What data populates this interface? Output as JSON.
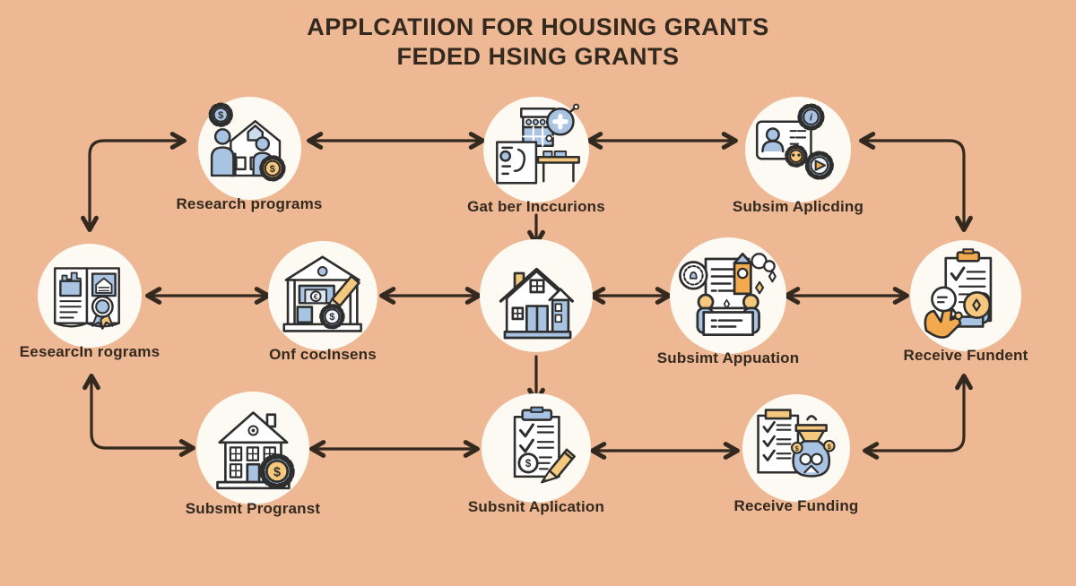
{
  "title": {
    "line1": "APPLCATIION FOR HOUSING GRANTS",
    "line2": "FEDED HSING GRANTS"
  },
  "nodes": {
    "research_programs": {
      "label": "Research programs",
      "icon": "house-people-gears-icon"
    },
    "gather_instructions": {
      "label": "Gat ber Inccurions",
      "icon": "building-magnifier-desk-icon"
    },
    "subsim_aplicding": {
      "label": "Subsim Aplicding",
      "icon": "id-card-gears-icon"
    },
    "eesearcin_rograms": {
      "label": "EesearcIn rograms",
      "icon": "open-book-award-icon"
    },
    "onf_cocinsens": {
      "label": "Onf cocInsens",
      "icon": "bank-pencil-gear-icon"
    },
    "house_center": {
      "label": "",
      "icon": "house-icon"
    },
    "subsimt_appuation": {
      "label": "Subsimt Appuation",
      "icon": "document-people-tower-icon"
    },
    "receive_fundent": {
      "label": "Receive Fundent",
      "icon": "clipboard-hand-coin-icon"
    },
    "subsmt_progranst": {
      "label": "Subsmt Progranst",
      "icon": "house-gear-dollar-icon"
    },
    "subsnit_aplication": {
      "label": "Subsnit Aplication",
      "icon": "clipboard-checklist-pencil-icon"
    },
    "receive_funding": {
      "label": "Receive Funding",
      "icon": "checklist-moneybag-icon"
    }
  },
  "connections": [
    {
      "from": "research_programs",
      "to": "eesearcin_rograms",
      "bidirectional": true,
      "shape": "elbow"
    },
    {
      "from": "research_programs",
      "to": "gather_instructions",
      "bidirectional": true,
      "shape": "straight"
    },
    {
      "from": "gather_instructions",
      "to": "subsim_aplicding",
      "bidirectional": true,
      "shape": "straight"
    },
    {
      "from": "subsim_aplicding",
      "to": "receive_fundent",
      "bidirectional": true,
      "shape": "elbow"
    },
    {
      "from": "gather_instructions",
      "to": "house_center",
      "bidirectional": false,
      "shape": "straight-down"
    },
    {
      "from": "eesearcin_rograms",
      "to": "onf_cocinsens",
      "bidirectional": true,
      "shape": "straight"
    },
    {
      "from": "onf_cocinsens",
      "to": "house_center",
      "bidirectional": true,
      "shape": "straight"
    },
    {
      "from": "house_center",
      "to": "subsimt_appuation",
      "bidirectional": true,
      "shape": "straight"
    },
    {
      "from": "subsimt_appuation",
      "to": "receive_fundent",
      "bidirectional": true,
      "shape": "straight"
    },
    {
      "from": "eesearcin_rograms",
      "to": "subsmt_progranst",
      "bidirectional": true,
      "shape": "elbow"
    },
    {
      "from": "house_center",
      "to": "subsnit_aplication",
      "bidirectional": false,
      "shape": "straight-down"
    },
    {
      "from": "subsmt_progranst",
      "to": "subsnit_aplication",
      "bidirectional": true,
      "shape": "straight"
    },
    {
      "from": "subsnit_aplication",
      "to": "receive_funding",
      "bidirectional": true,
      "shape": "straight"
    },
    {
      "from": "receive_fundent",
      "to": "receive_funding",
      "bidirectional": true,
      "shape": "elbow"
    }
  ],
  "glyphs": {
    "dollar": "$",
    "euro": "€",
    "info": "i"
  },
  "colors": {
    "background": "#edb893",
    "text": "#33291f",
    "arrow": "#33291f",
    "node_bg": "#fdfaf4",
    "icon_outline": "#2e2e2e",
    "icon_blue": "#a9c3e2",
    "icon_blue_dark": "#7ea6cf",
    "icon_orange": "#f3aa4e",
    "icon_tan": "#f6c87e",
    "icon_paper": "#ffffff"
  }
}
